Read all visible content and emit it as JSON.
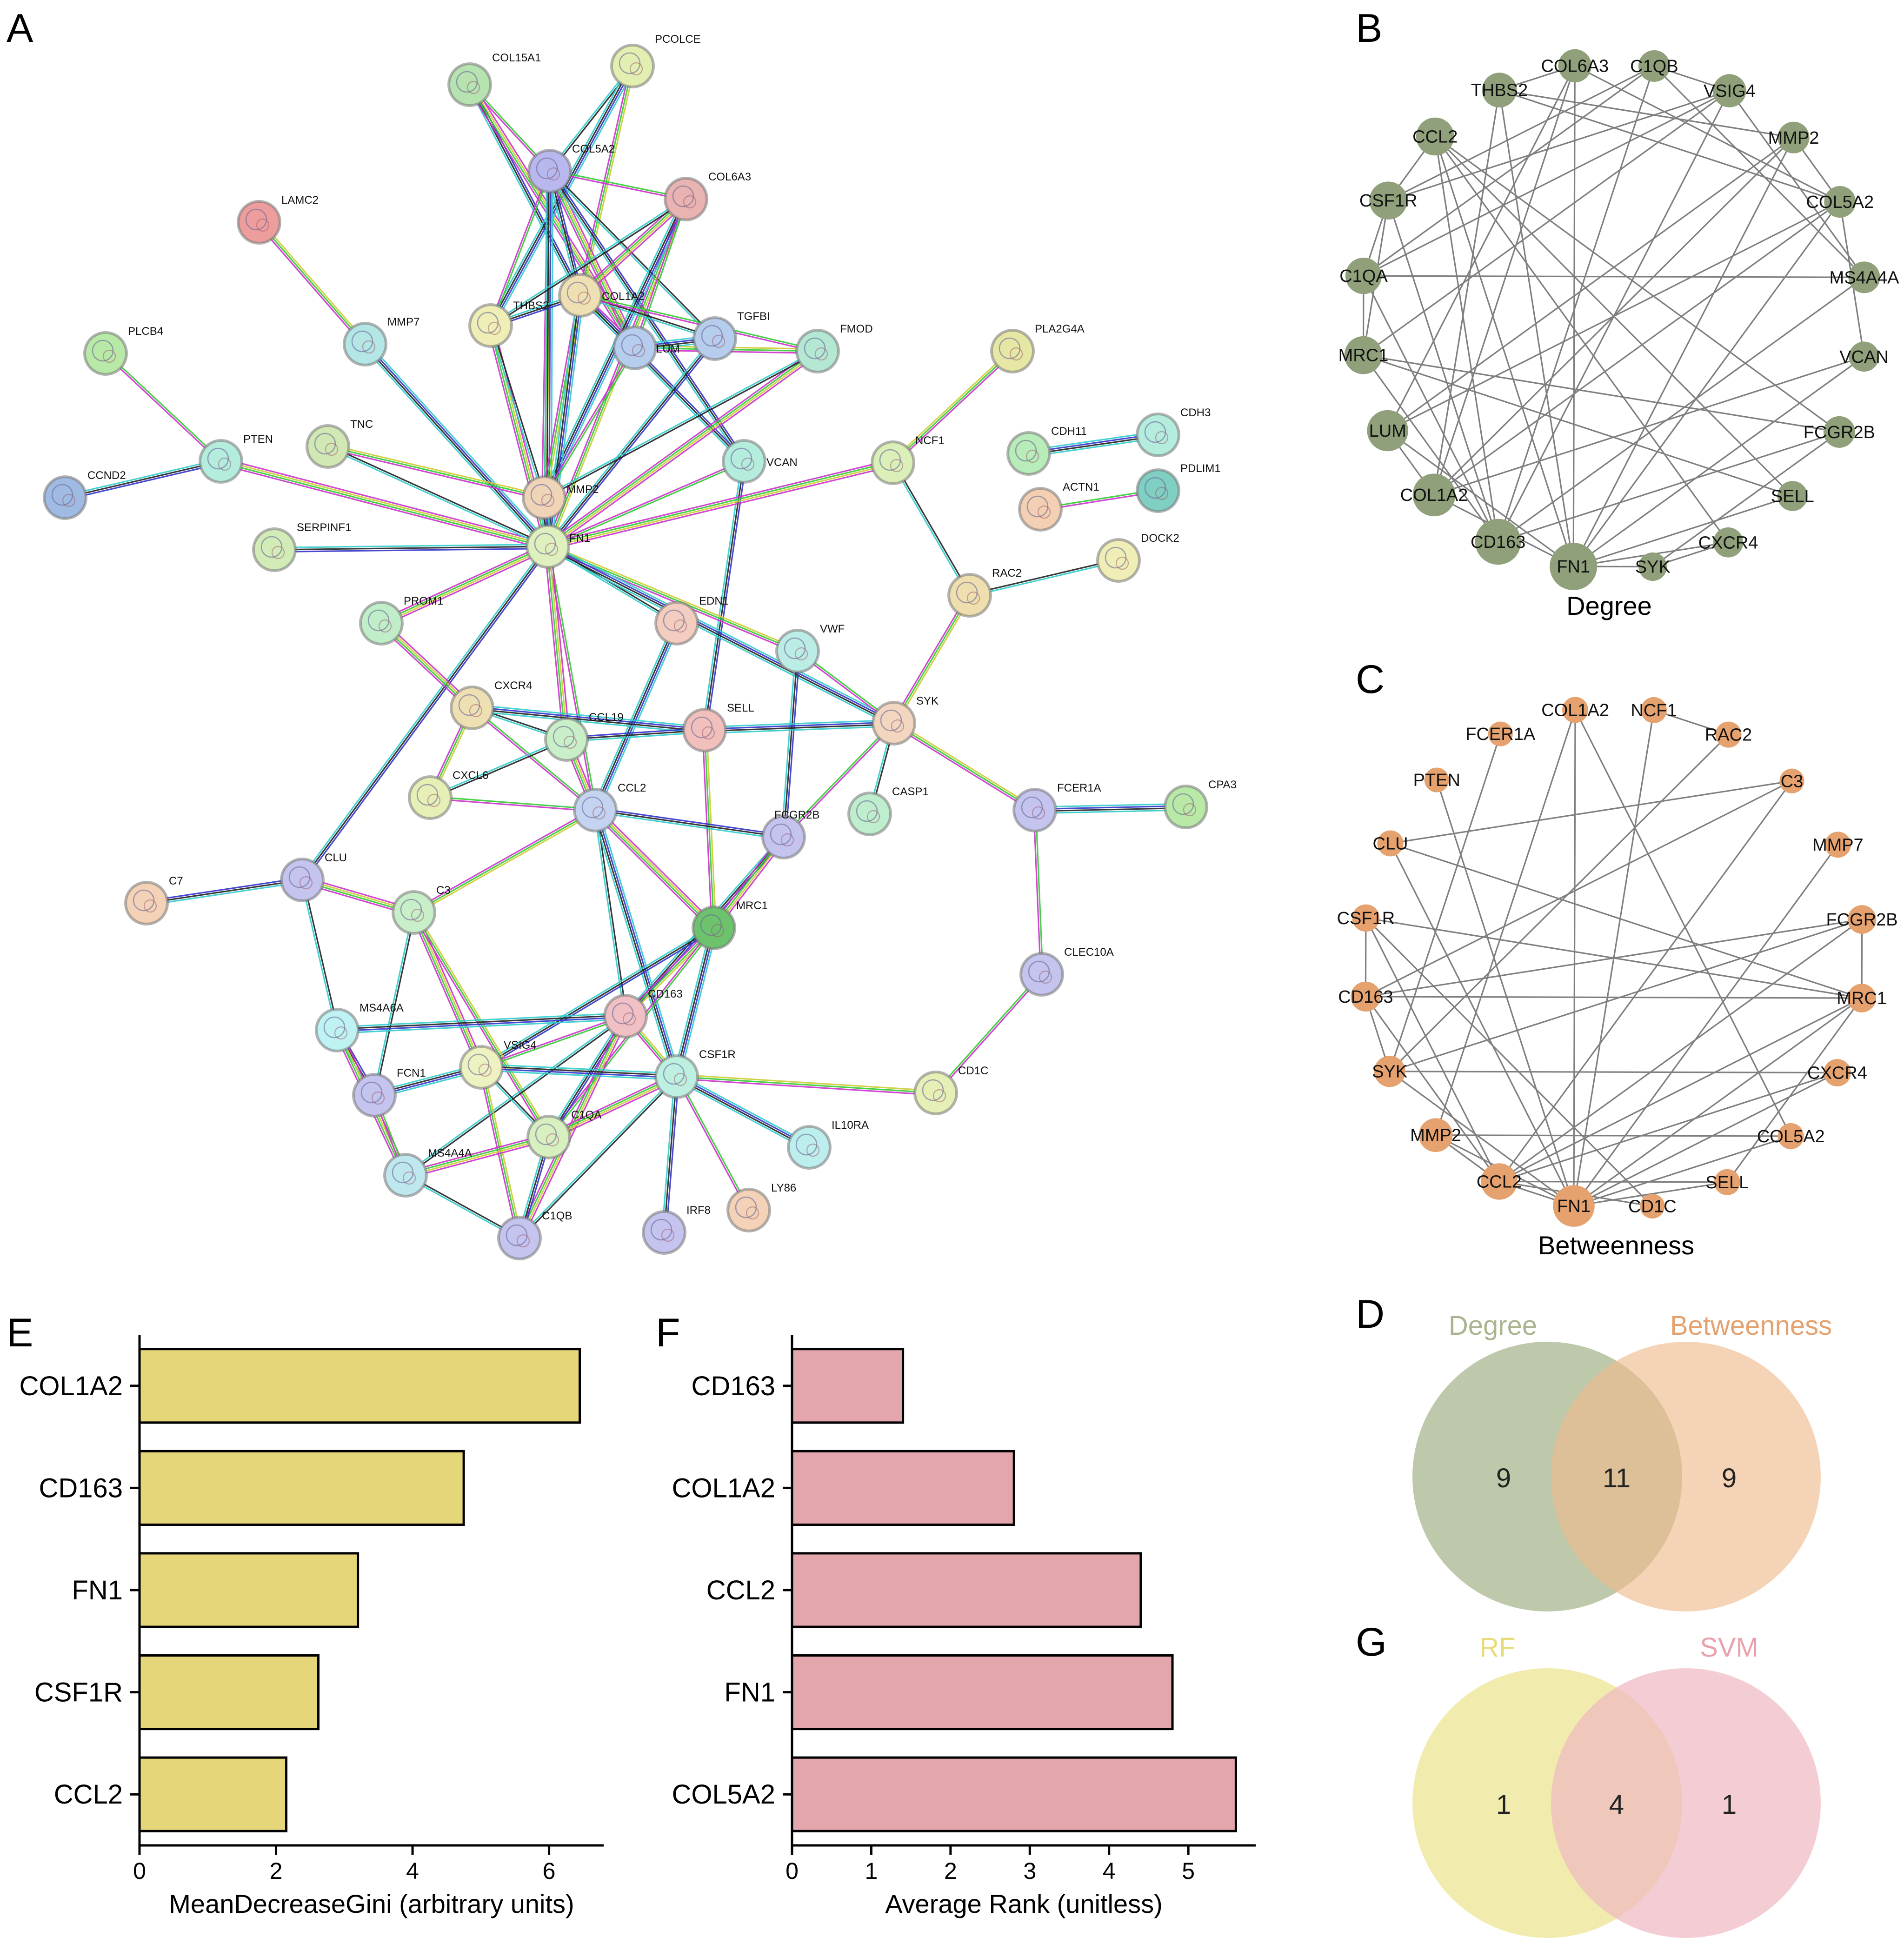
{
  "panel_letters": {
    "A": "A",
    "B": "B",
    "C": "C",
    "D": "D",
    "E": "E",
    "F": "F",
    "G": "G"
  },
  "colors": {
    "degree": "#8fa07a",
    "betweenness": "#e5a16e",
    "rf_bar": "#e6d67a",
    "svm_bar": "#e3a6ad",
    "venn_degree": "#a8b58e",
    "venn_betweenness": "#efbb8f",
    "venn_rf": "#ede79a",
    "venn_svm": "#eeb8c0",
    "edge_gray": "#7f7f7f"
  },
  "ppi_network": {
    "nodes": [
      {
        "id": "COL15A1",
        "color": "#b6e3b0"
      },
      {
        "id": "PCOLCE",
        "color": "#e3efb1"
      },
      {
        "id": "COL5A2",
        "color": "#b8b8ef"
      },
      {
        "id": "COL6A3",
        "color": "#e8b3b0"
      },
      {
        "id": "LAMC2",
        "color": "#ee9d9d"
      },
      {
        "id": "COL1A2",
        "color": "#efe0b4"
      },
      {
        "id": "THBS2",
        "color": "#eeeeb6"
      },
      {
        "id": "LUM",
        "color": "#b6cdee"
      },
      {
        "id": "TGFBI",
        "color": "#b6cdee"
      },
      {
        "id": "FMOD",
        "color": "#b4e8d2"
      },
      {
        "id": "PLCB4",
        "color": "#b9e9a7"
      },
      {
        "id": "MMP7",
        "color": "#b4e6e6"
      },
      {
        "id": "PLA2G4A",
        "color": "#e7e7a5"
      },
      {
        "id": "PTEN",
        "color": "#b4ecde"
      },
      {
        "id": "TNC",
        "color": "#d2e8b4"
      },
      {
        "id": "MMP2",
        "color": "#efd4b8"
      },
      {
        "id": "VCAN",
        "color": "#b4ecde"
      },
      {
        "id": "NCF1",
        "color": "#dbf0b8"
      },
      {
        "id": "CDH11",
        "color": "#b8ecb8"
      },
      {
        "id": "CDH3",
        "color": "#b4ecde"
      },
      {
        "id": "CCND2",
        "color": "#9fbbe3"
      },
      {
        "id": "ACTN1",
        "color": "#f3cfb3"
      },
      {
        "id": "PDLIM1",
        "color": "#7fcfc3"
      },
      {
        "id": "FN1",
        "color": "#dff0bf"
      },
      {
        "id": "SERPINF1",
        "color": "#d2ecb8"
      },
      {
        "id": "DOCK2",
        "color": "#eeeeb6"
      },
      {
        "id": "RAC2",
        "color": "#f0dfae"
      },
      {
        "id": "PROM1",
        "color": "#bfeec9"
      },
      {
        "id": "EDN1",
        "color": "#f3cdc0"
      },
      {
        "id": "VWF",
        "color": "#bcece6"
      },
      {
        "id": "CXCR4",
        "color": "#efe0b4"
      },
      {
        "id": "CCL19",
        "color": "#c9efc9"
      },
      {
        "id": "SELL",
        "color": "#f1c0bc"
      },
      {
        "id": "SYK",
        "color": "#f3d6c0"
      },
      {
        "id": "CXCL6",
        "color": "#e6efb6"
      },
      {
        "id": "CCL2",
        "color": "#c4d4f0"
      },
      {
        "id": "FCGR2B",
        "color": "#c4c4ef"
      },
      {
        "id": "CASP1",
        "color": "#bfeecf"
      },
      {
        "id": "FCER1A",
        "color": "#c4c4ef"
      },
      {
        "id": "CPA3",
        "color": "#b9e9a7"
      },
      {
        "id": "C7",
        "color": "#f3d2b8"
      },
      {
        "id": "CLU",
        "color": "#c4c4ef"
      },
      {
        "id": "MRC1",
        "color": "#6cc36c"
      },
      {
        "id": "C3",
        "color": "#c9efc9"
      },
      {
        "id": "CLEC10A",
        "color": "#c4c4ef"
      },
      {
        "id": "MS4A6A",
        "color": "#bff2f2"
      },
      {
        "id": "CD163",
        "color": "#f1c0c4"
      },
      {
        "id": "VSIG4",
        "color": "#eef2c0"
      },
      {
        "id": "CSF1R",
        "color": "#bdf0e0"
      },
      {
        "id": "CD1C",
        "color": "#e6efb6"
      },
      {
        "id": "FCN1",
        "color": "#c4c4ef"
      },
      {
        "id": "C1QA",
        "color": "#d8efc0"
      },
      {
        "id": "IL10RA",
        "color": "#bdeeee"
      },
      {
        "id": "MS4A4A",
        "color": "#bfe7ee"
      },
      {
        "id": "LY86",
        "color": "#f3d2b8"
      },
      {
        "id": "IRF8",
        "color": "#c4c4ef"
      },
      {
        "id": "C1QB",
        "color": "#c4c4ef"
      }
    ],
    "edges": [
      [
        "COL15A1",
        "COL5A2"
      ],
      [
        "COL15A1",
        "COL1A2"
      ],
      [
        "COL15A1",
        "LUM"
      ],
      [
        "PCOLCE",
        "COL5A2"
      ],
      [
        "PCOLCE",
        "COL1A2"
      ],
      [
        "PCOLCE",
        "THBS2"
      ],
      [
        "COL5A2",
        "COL6A3"
      ],
      [
        "COL5A2",
        "COL1A2"
      ],
      [
        "COL5A2",
        "LUM"
      ],
      [
        "COL5A2",
        "TGFBI"
      ],
      [
        "COL5A2",
        "MMP2"
      ],
      [
        "COL5A2",
        "FN1"
      ],
      [
        "COL5A2",
        "THBS2"
      ],
      [
        "COL5A2",
        "VCAN"
      ],
      [
        "COL6A3",
        "COL1A2"
      ],
      [
        "COL6A3",
        "THBS2"
      ],
      [
        "COL6A3",
        "FN1"
      ],
      [
        "COL6A3",
        "MMP2"
      ],
      [
        "COL6A3",
        "LUM"
      ],
      [
        "COL1A2",
        "THBS2"
      ],
      [
        "COL1A2",
        "LUM"
      ],
      [
        "COL1A2",
        "TGFBI"
      ],
      [
        "COL1A2",
        "MMP2"
      ],
      [
        "COL1A2",
        "FN1"
      ],
      [
        "COL1A2",
        "FMOD"
      ],
      [
        "COL1A2",
        "VCAN"
      ],
      [
        "THBS2",
        "FN1"
      ],
      [
        "THBS2",
        "MMP2"
      ],
      [
        "LUM",
        "FMOD"
      ],
      [
        "LUM",
        "TGFBI"
      ],
      [
        "LUM",
        "MMP2"
      ],
      [
        "TGFBI",
        "FN1"
      ],
      [
        "FMOD",
        "FN1"
      ],
      [
        "FMOD",
        "MMP2"
      ],
      [
        "LAMC2",
        "MMP7"
      ],
      [
        "MMP7",
        "FN1"
      ],
      [
        "PLCB4",
        "PTEN"
      ],
      [
        "PTEN",
        "CCND2"
      ],
      [
        "PTEN",
        "FN1"
      ],
      [
        "TNC",
        "FN1"
      ],
      [
        "TNC",
        "MMP2"
      ],
      [
        "MMP2",
        "FN1"
      ],
      [
        "VCAN",
        "FN1"
      ],
      [
        "VCAN",
        "SELL"
      ],
      [
        "NCF1",
        "FN1"
      ],
      [
        "NCF1",
        "RAC2"
      ],
      [
        "NCF1",
        "PLA2G4A"
      ],
      [
        "CDH11",
        "CDH3"
      ],
      [
        "ACTN1",
        "PDLIM1"
      ],
      [
        "FN1",
        "SERPINF1"
      ],
      [
        "FN1",
        "PROM1"
      ],
      [
        "FN1",
        "EDN1"
      ],
      [
        "FN1",
        "VWF"
      ],
      [
        "FN1",
        "SYK"
      ],
      [
        "FN1",
        "CCL2"
      ],
      [
        "FN1",
        "CLU"
      ],
      [
        "FN1",
        "CCL19"
      ],
      [
        "RAC2",
        "DOCK2"
      ],
      [
        "RAC2",
        "SYK"
      ],
      [
        "EDN1",
        "CCL2"
      ],
      [
        "VWF",
        "SYK"
      ],
      [
        "VWF",
        "FCGR2B"
      ],
      [
        "PROM1",
        "CXCR4"
      ],
      [
        "CXCR4",
        "CCL19"
      ],
      [
        "CXCR4",
        "CXCL6"
      ],
      [
        "CXCR4",
        "SELL"
      ],
      [
        "CXCR4",
        "CCL2"
      ],
      [
        "CCL19",
        "SELL"
      ],
      [
        "CCL19",
        "CCL2"
      ],
      [
        "CCL19",
        "CXCL6"
      ],
      [
        "SELL",
        "MRC1"
      ],
      [
        "SELL",
        "SYK"
      ],
      [
        "CXCL6",
        "CCL2"
      ],
      [
        "CCL2",
        "FCGR2B"
      ],
      [
        "CCL2",
        "MRC1"
      ],
      [
        "CCL2",
        "CD163"
      ],
      [
        "CCL2",
        "C3"
      ],
      [
        "CCL2",
        "CSF1R"
      ],
      [
        "FCGR2B",
        "SYK"
      ],
      [
        "FCGR2B",
        "CD163"
      ],
      [
        "FCGR2B",
        "MRC1"
      ],
      [
        "SYK",
        "CASP1"
      ],
      [
        "SYK",
        "FCER1A"
      ],
      [
        "FCER1A",
        "CPA3"
      ],
      [
        "FCER1A",
        "CLEC10A"
      ],
      [
        "C7",
        "CLU"
      ],
      [
        "CLU",
        "C3"
      ],
      [
        "CLU",
        "MS4A6A"
      ],
      [
        "MRC1",
        "CD163"
      ],
      [
        "MRC1",
        "CSF1R"
      ],
      [
        "MRC1",
        "C1QA"
      ],
      [
        "MRC1",
        "VSIG4"
      ],
      [
        "C3",
        "VSIG4"
      ],
      [
        "C3",
        "FCN1"
      ],
      [
        "C3",
        "C1QA"
      ],
      [
        "CD163",
        "MS4A6A"
      ],
      [
        "CD163",
        "VSIG4"
      ],
      [
        "CD163",
        "C1QA"
      ],
      [
        "CD163",
        "C1QB"
      ],
      [
        "CD163",
        "MS4A4A"
      ],
      [
        "CD163",
        "CSF1R"
      ],
      [
        "CSF1R",
        "IL10RA"
      ],
      [
        "CSF1R",
        "LY86"
      ],
      [
        "CSF1R",
        "IRF8"
      ],
      [
        "CSF1R",
        "C1QA"
      ],
      [
        "CSF1R",
        "C1QB"
      ],
      [
        "CSF1R",
        "CD1C"
      ],
      [
        "CSF1R",
        "VSIG4"
      ],
      [
        "CD1C",
        "CLEC10A"
      ],
      [
        "MS4A6A",
        "FCN1"
      ],
      [
        "MS4A6A",
        "MS4A4A"
      ],
      [
        "VSIG4",
        "C1QA"
      ],
      [
        "VSIG4",
        "C1QB"
      ],
      [
        "VSIG4",
        "FCN1"
      ],
      [
        "FCN1",
        "MS4A4A"
      ],
      [
        "C1QA",
        "C1QB"
      ],
      [
        "C1QA",
        "MS4A4A"
      ],
      [
        "MS4A4A",
        "C1QB"
      ]
    ]
  },
  "degree_network": {
    "title": "Degree",
    "nodes": [
      {
        "id": "C1QB",
        "size": 1.0
      },
      {
        "id": "VSIG4",
        "size": 1.05
      },
      {
        "id": "MMP2",
        "size": 1.0
      },
      {
        "id": "COL5A2",
        "size": 1.0
      },
      {
        "id": "MS4A4A",
        "size": 1.0
      },
      {
        "id": "VCAN",
        "size": 0.95
      },
      {
        "id": "FCGR2B",
        "size": 1.0
      },
      {
        "id": "SELL",
        "size": 0.95
      },
      {
        "id": "CXCR4",
        "size": 0.95
      },
      {
        "id": "SYK",
        "size": 0.9
      },
      {
        "id": "FN1",
        "size": 1.5
      },
      {
        "id": "CD163",
        "size": 1.45
      },
      {
        "id": "COL1A2",
        "size": 1.35
      },
      {
        "id": "LUM",
        "size": 1.3
      },
      {
        "id": "MRC1",
        "size": 1.2
      },
      {
        "id": "C1QA",
        "size": 1.15
      },
      {
        "id": "CSF1R",
        "size": 1.2
      },
      {
        "id": "CCL2",
        "size": 1.2
      },
      {
        "id": "THBS2",
        "size": 1.1
      },
      {
        "id": "COL6A3",
        "size": 1.05
      }
    ],
    "edges": [
      [
        "FN1",
        "COL6A3"
      ],
      [
        "FN1",
        "THBS2"
      ],
      [
        "FN1",
        "COL1A2"
      ],
      [
        "FN1",
        "LUM"
      ],
      [
        "FN1",
        "MMP2"
      ],
      [
        "FN1",
        "CCL2"
      ],
      [
        "FN1",
        "COL5A2"
      ],
      [
        "FN1",
        "VCAN"
      ],
      [
        "FN1",
        "SYK"
      ],
      [
        "FN1",
        "CXCR4"
      ],
      [
        "FN1",
        "SELL"
      ],
      [
        "CD163",
        "C1QB"
      ],
      [
        "CD163",
        "VSIG4"
      ],
      [
        "CD163",
        "MS4A4A"
      ],
      [
        "CD163",
        "C1QA"
      ],
      [
        "CD163",
        "CSF1R"
      ],
      [
        "CD163",
        "MRC1"
      ],
      [
        "CD163",
        "CCL2"
      ],
      [
        "CD163",
        "FCGR2B"
      ],
      [
        "COL1A2",
        "COL5A2"
      ],
      [
        "COL1A2",
        "COL6A3"
      ],
      [
        "COL1A2",
        "MMP2"
      ],
      [
        "COL1A2",
        "THBS2"
      ],
      [
        "COL1A2",
        "LUM"
      ],
      [
        "COL1A2",
        "VCAN"
      ],
      [
        "LUM",
        "MMP2"
      ],
      [
        "LUM",
        "COL5A2"
      ],
      [
        "LUM",
        "COL6A3"
      ],
      [
        "MRC1",
        "C1QA"
      ],
      [
        "MRC1",
        "VSIG4"
      ],
      [
        "MRC1",
        "FCGR2B"
      ],
      [
        "MRC1",
        "SELL"
      ],
      [
        "MRC1",
        "CSF1R"
      ],
      [
        "C1QA",
        "C1QB"
      ],
      [
        "C1QA",
        "VSIG4"
      ],
      [
        "C1QA",
        "CSF1R"
      ],
      [
        "C1QA",
        "MS4A4A"
      ],
      [
        "CSF1R",
        "C1QB"
      ],
      [
        "CSF1R",
        "CCL2"
      ],
      [
        "CSF1R",
        "VSIG4"
      ],
      [
        "CCL2",
        "SELL"
      ],
      [
        "CCL2",
        "CXCR4"
      ],
      [
        "CCL2",
        "FCGR2B"
      ],
      [
        "THBS2",
        "COL5A2"
      ],
      [
        "THBS2",
        "MMP2"
      ],
      [
        "THBS2",
        "COL6A3"
      ],
      [
        "COL6A3",
        "COL5A2"
      ],
      [
        "C1QB",
        "VSIG4"
      ],
      [
        "C1QB",
        "MS4A4A"
      ],
      [
        "VSIG4",
        "MS4A4A"
      ],
      [
        "MMP2",
        "COL5A2"
      ],
      [
        "VCAN",
        "COL5A2"
      ],
      [
        "SYK",
        "FCGR2B"
      ],
      [
        "SYK",
        "CXCR4"
      ]
    ]
  },
  "betweenness_network": {
    "title": "Betweenness",
    "nodes": [
      {
        "id": "NCF1",
        "size": 1.0
      },
      {
        "id": "RAC2",
        "size": 1.0
      },
      {
        "id": "C3",
        "size": 0.95
      },
      {
        "id": "MMP7",
        "size": 1.0
      },
      {
        "id": "FCGR2B",
        "size": 1.1
      },
      {
        "id": "MRC1",
        "size": 1.1
      },
      {
        "id": "CXCR4",
        "size": 1.05
      },
      {
        "id": "COL5A2",
        "size": 1.0
      },
      {
        "id": "SELL",
        "size": 1.0
      },
      {
        "id": "CD1C",
        "size": 0.95
      },
      {
        "id": "FN1",
        "size": 1.6
      },
      {
        "id": "CCL2",
        "size": 1.4
      },
      {
        "id": "MMP2",
        "size": 1.3
      },
      {
        "id": "SYK",
        "size": 1.2
      },
      {
        "id": "CD163",
        "size": 1.15
      },
      {
        "id": "CSF1R",
        "size": 1.05
      },
      {
        "id": "CLU",
        "size": 1.0
      },
      {
        "id": "PTEN",
        "size": 0.95
      },
      {
        "id": "FCER1A",
        "size": 0.95
      },
      {
        "id": "COL1A2",
        "size": 1.0
      }
    ],
    "edges": [
      [
        "NCF1",
        "RAC2"
      ],
      [
        "NCF1",
        "FN1"
      ],
      [
        "RAC2",
        "SYK"
      ],
      [
        "COL1A2",
        "FN1"
      ],
      [
        "COL1A2",
        "MMP2"
      ],
      [
        "COL1A2",
        "COL5A2"
      ],
      [
        "FCER1A",
        "SYK"
      ],
      [
        "PTEN",
        "FN1"
      ],
      [
        "C3",
        "CLU"
      ],
      [
        "C3",
        "CCL2"
      ],
      [
        "C3",
        "CD163"
      ],
      [
        "MMP7",
        "FN1"
      ],
      [
        "CLU",
        "FN1"
      ],
      [
        "CLU",
        "MRC1"
      ],
      [
        "FCGR2B",
        "SYK"
      ],
      [
        "FCGR2B",
        "CD163"
      ],
      [
        "FCGR2B",
        "MRC1"
      ],
      [
        "FCGR2B",
        "CCL2"
      ],
      [
        "CSF1R",
        "MRC1"
      ],
      [
        "CSF1R",
        "CD163"
      ],
      [
        "CSF1R",
        "CCL2"
      ],
      [
        "CSF1R",
        "CD1C"
      ],
      [
        "CD163",
        "MRC1"
      ],
      [
        "CD163",
        "CCL2"
      ],
      [
        "CD163",
        "SYK"
      ],
      [
        "MRC1",
        "SELL"
      ],
      [
        "MRC1",
        "CCL2"
      ],
      [
        "CXCR4",
        "CCL2"
      ],
      [
        "CXCR4",
        "FN1"
      ],
      [
        "CXCR4",
        "SYK"
      ],
      [
        "COL5A2",
        "FN1"
      ],
      [
        "COL5A2",
        "MMP2"
      ],
      [
        "SELL",
        "CCL2"
      ],
      [
        "SYK",
        "FN1"
      ],
      [
        "MMP2",
        "FN1"
      ],
      [
        "MMP2",
        "CCL2"
      ],
      [
        "CCL2",
        "FN1"
      ],
      [
        "CD1C",
        "CCL2"
      ],
      [
        "FN1",
        "SELL"
      ],
      [
        "FN1",
        "MRC1"
      ]
    ]
  },
  "venn_D": {
    "left_label": "Degree",
    "right_label": "Betweenness",
    "left_only": "9",
    "overlap": "11",
    "right_only": "9"
  },
  "venn_G": {
    "left_label": "RF",
    "right_label": "SVM",
    "left_only": "1",
    "overlap": "4",
    "right_only": "1"
  },
  "chart_data": [
    {
      "type": "bar",
      "orientation": "horizontal",
      "categories": [
        "COL1A2",
        "CD163",
        "FN1",
        "CSF1R",
        "CCL2"
      ],
      "values": [
        6.45,
        4.75,
        3.2,
        2.62,
        2.15
      ],
      "xlabel": "MeanDecreaseGini (arbitrary units)",
      "xlim": [
        0,
        6.8
      ],
      "xticks": [
        "0",
        "2",
        "4",
        "6"
      ],
      "color": "#e6d67a"
    },
    {
      "type": "bar",
      "orientation": "horizontal",
      "categories": [
        "CD163",
        "COL1A2",
        "CCL2",
        "FN1",
        "COL5A2"
      ],
      "values": [
        1.4,
        2.8,
        4.4,
        4.8,
        5.6
      ],
      "xlabel": "Average Rank (unitless)",
      "xlim": [
        0,
        5.85
      ],
      "xticks": [
        "0",
        "1",
        "2",
        "3",
        "4",
        "5"
      ],
      "color": "#e3a6ad"
    }
  ]
}
